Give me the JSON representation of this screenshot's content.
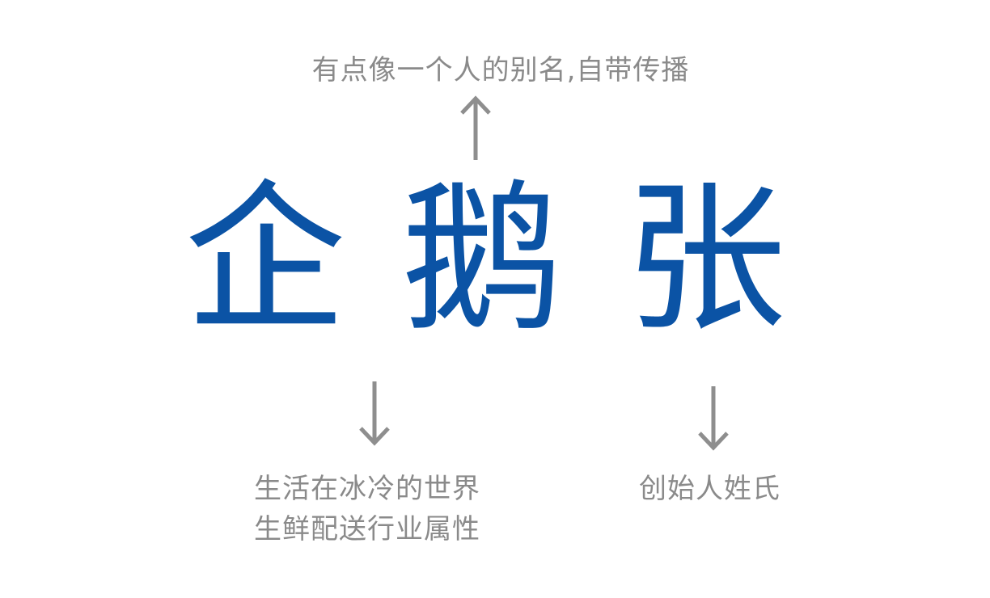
{
  "origin_note": "有点像一个人的别名,自带传播",
  "characters": [
    "企",
    "鹅",
    "张"
  ],
  "meaning_notes": {
    "left": [
      "生活在冰冷的世界",
      "生鲜配送行业属性"
    ],
    "right": "创始人姓氏"
  },
  "colors": {
    "accent": "#0b53a5",
    "note_text": "#8a8a8a",
    "arrow": "#8e8e8e"
  }
}
